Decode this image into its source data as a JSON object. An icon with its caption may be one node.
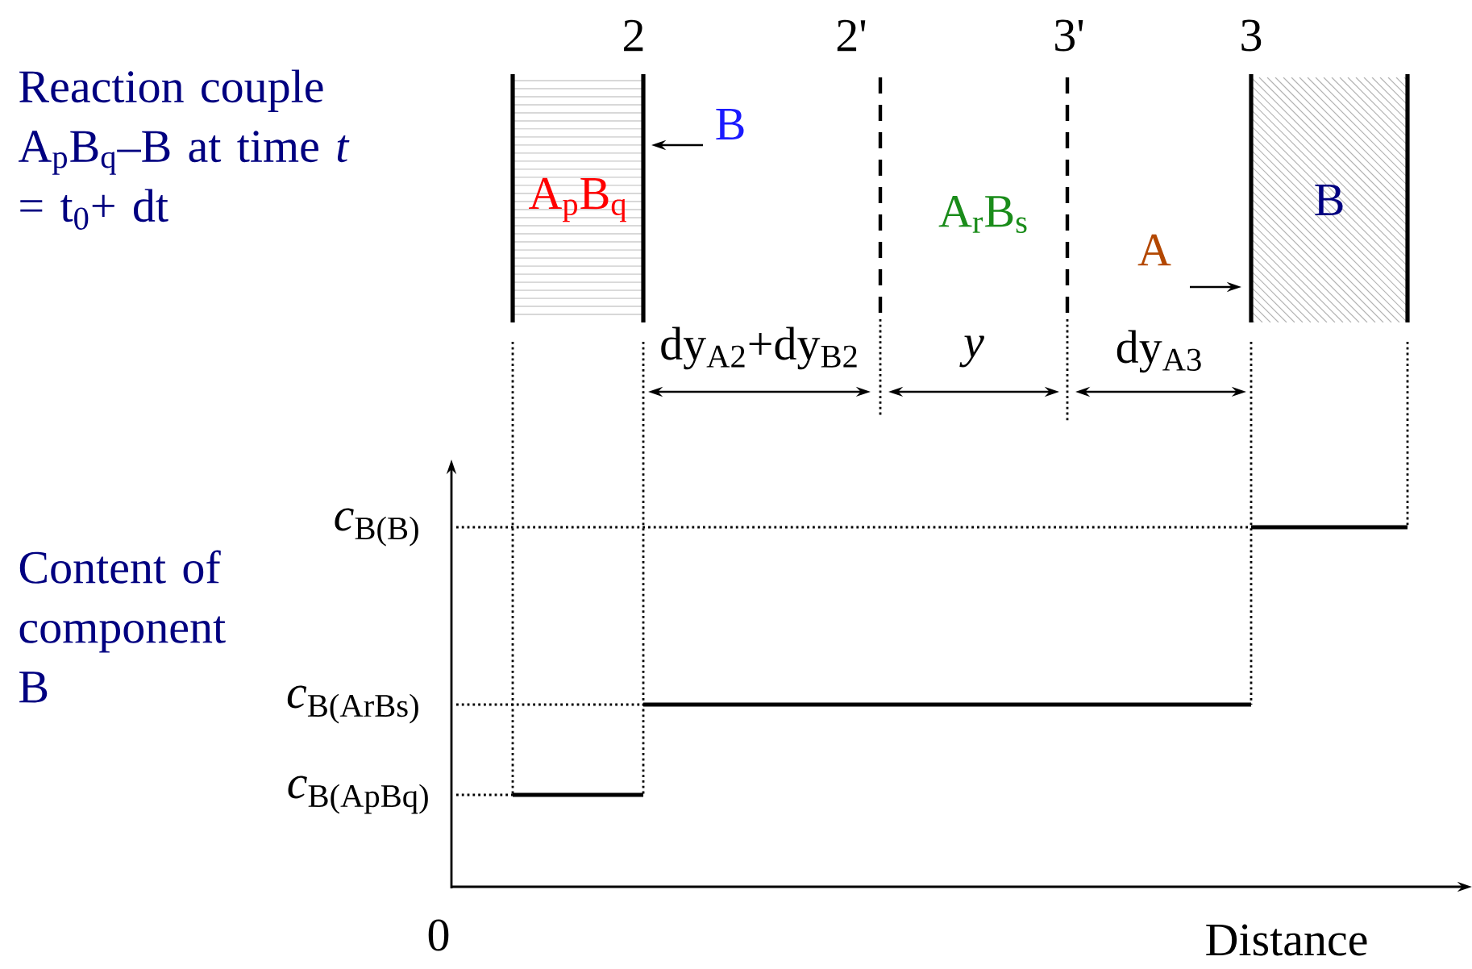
{
  "diagram": {
    "nodes": [
      {
        "text": [
          "A$_{p}$B$_{q}$"
        ]
      },
      {
        "text": [
          "B"
        ]
      }
    ],
    "labels": [
      "2",
      "2'",
      "3'",
      "3",
      "Reaction couple A$_{p}$B$_{q}$–B at time *t* = t$_{0}$+ dt",
      "B",
      "A$_{r}$B$_{s}$",
      "A",
      "dy$_{A2}$+dy$_{B2}$",
      "y",
      "dy$_{A3}$",
      "*c*$_{B(B)}$",
      "Content of component B",
      "*c*$_{B(ArBs)}$",
      "*c*$_{B(ApBq)}$",
      "0",
      "Distance"
    ]
  }
}
